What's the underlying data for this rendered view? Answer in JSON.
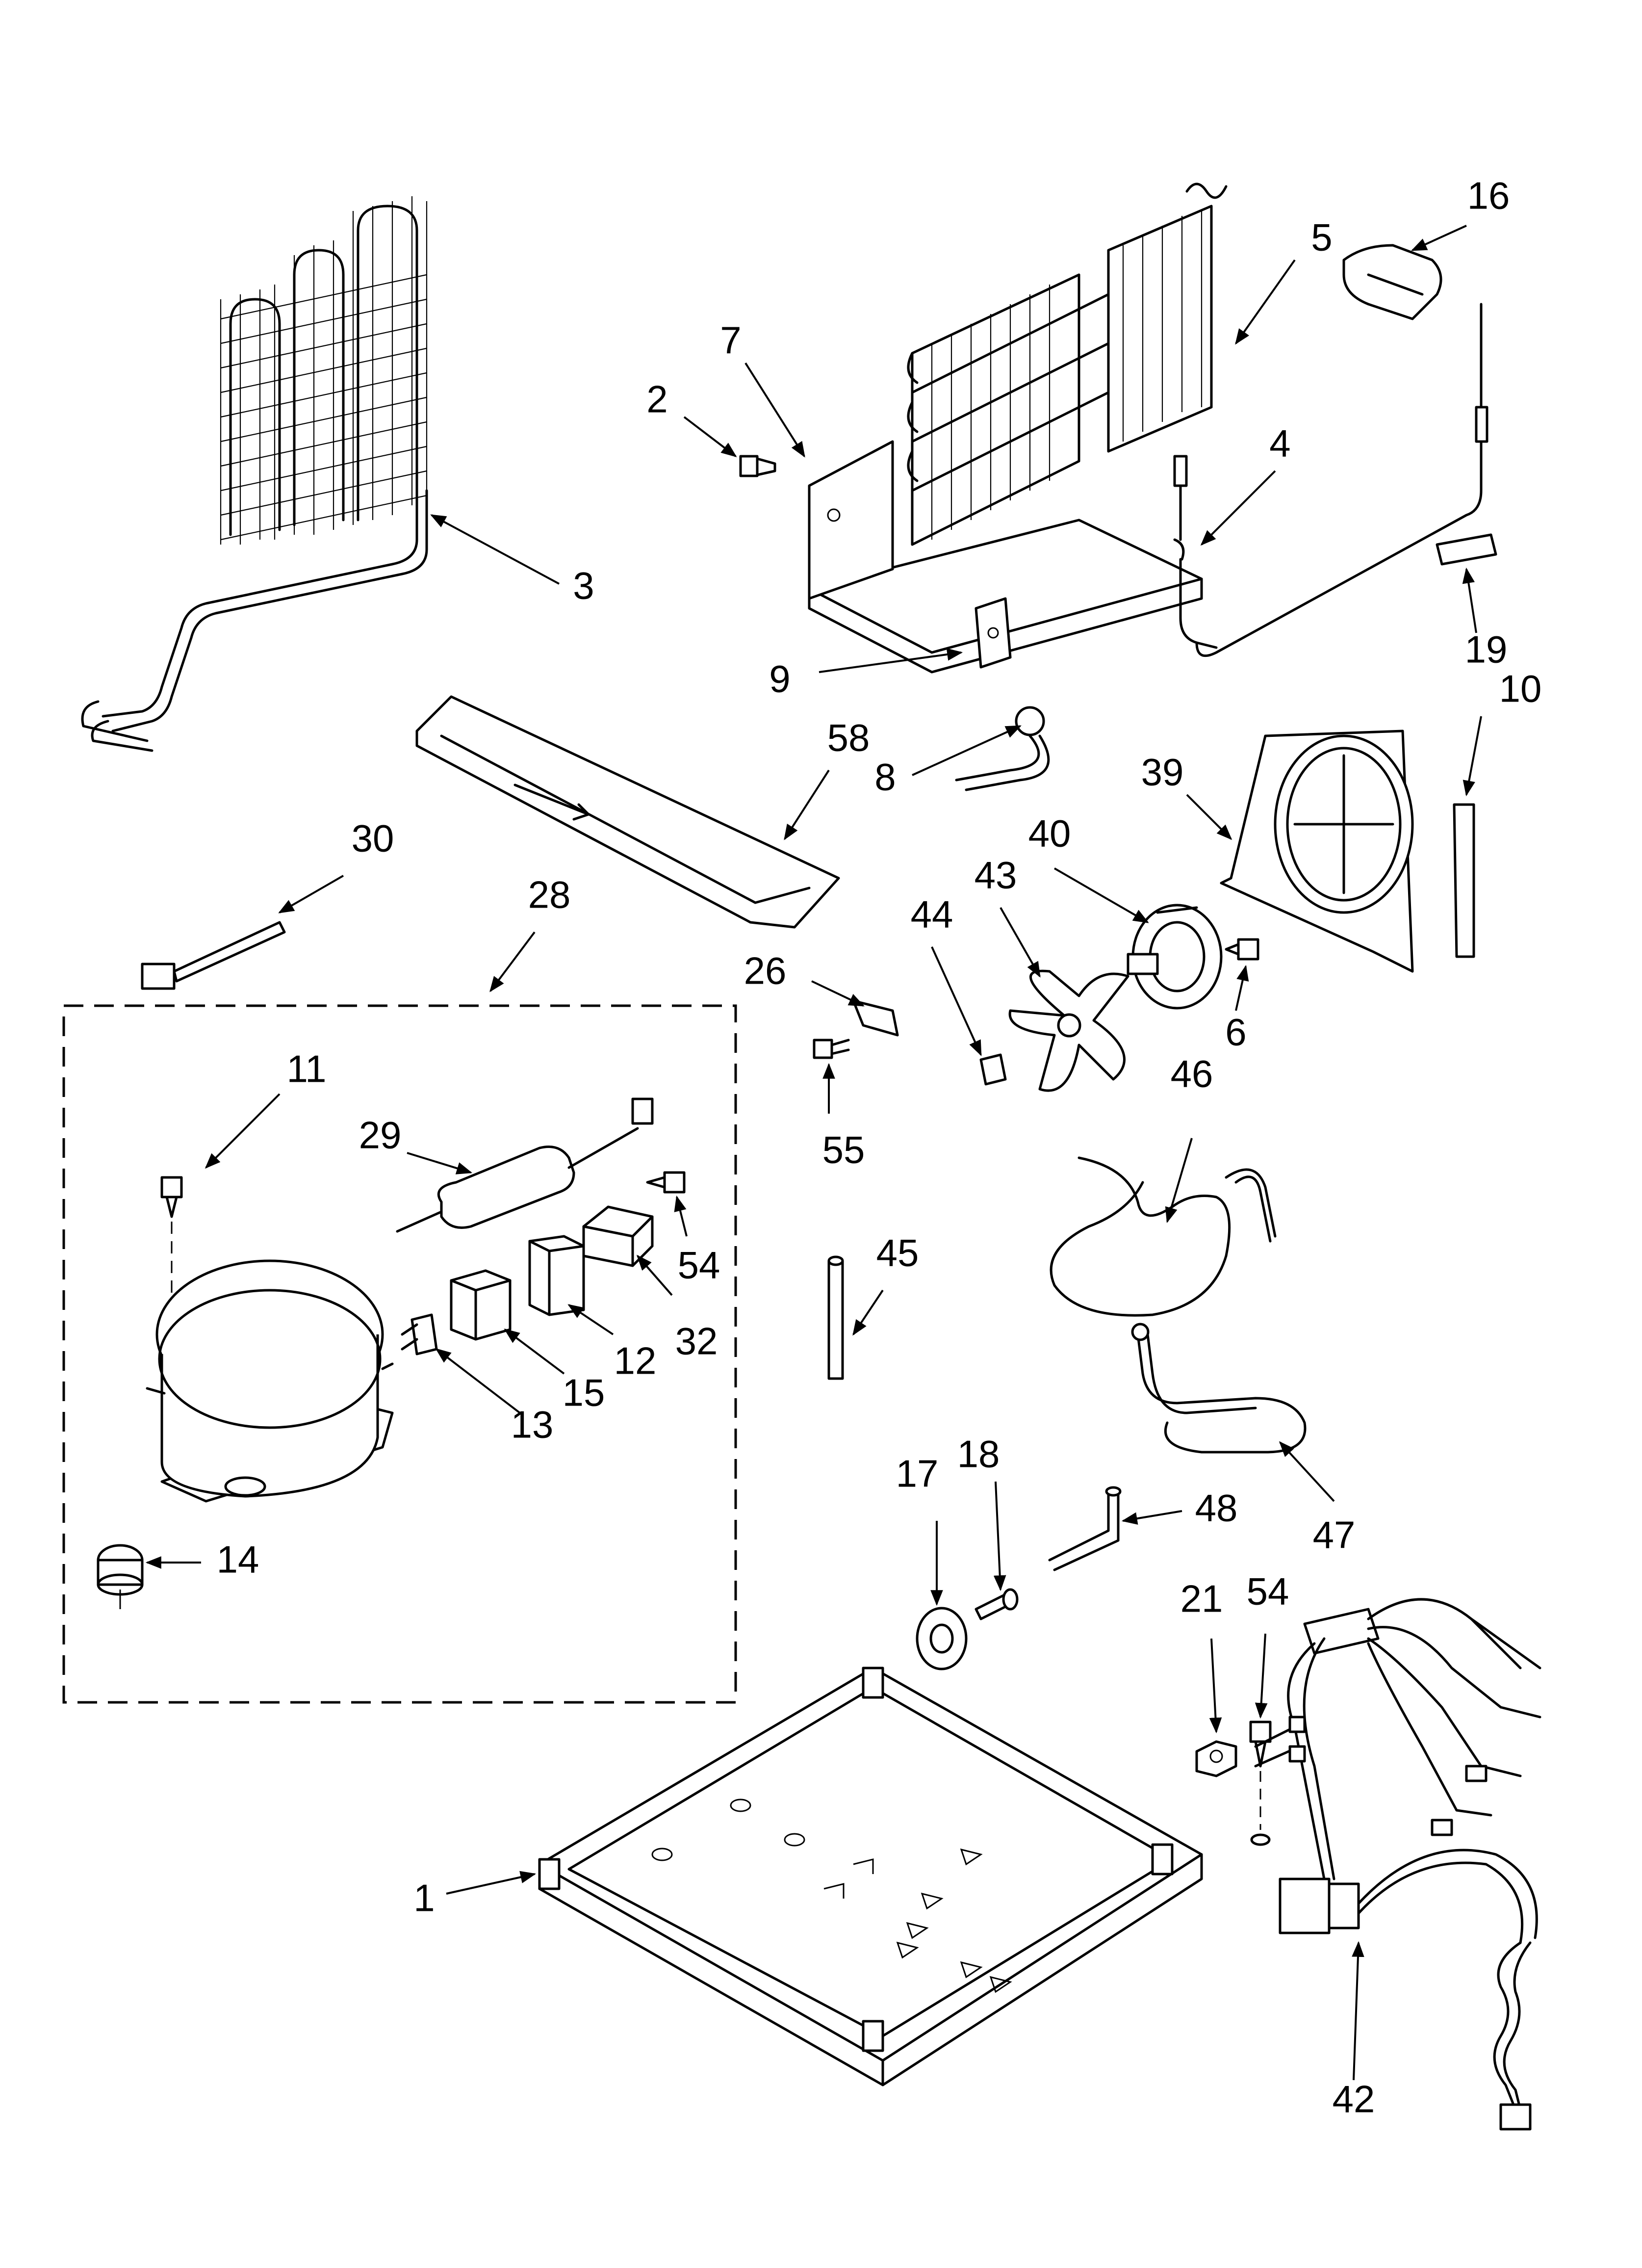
{
  "callouts": [
    "1",
    "2",
    "3",
    "4",
    "5",
    "6",
    "7",
    "8",
    "9",
    "10",
    "11",
    "12",
    "13",
    "14",
    "15",
    "16",
    "17",
    "18",
    "19",
    "21",
    "26",
    "28",
    "29",
    "30",
    "32",
    "39",
    "40",
    "42",
    "43",
    "44",
    "45",
    "46",
    "47",
    "48",
    "54",
    "54",
    "55",
    "58"
  ]
}
